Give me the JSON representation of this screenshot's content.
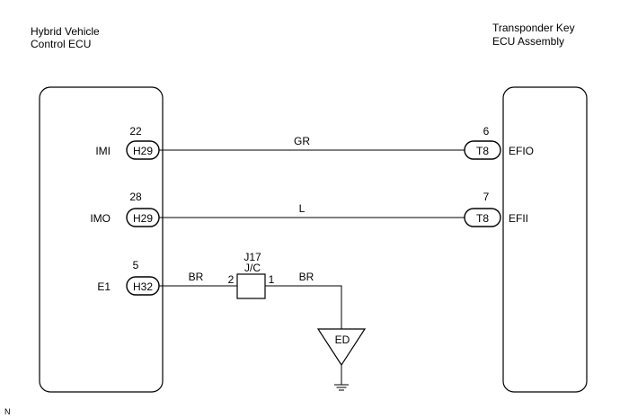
{
  "ecu_left": {
    "title_line1": "Hybrid Vehicle",
    "title_line2": "Control ECU"
  },
  "ecu_right": {
    "title_line1": "Transponder Key",
    "title_line2": "ECU Assembly"
  },
  "circuits": [
    {
      "left_pin": "22",
      "left_signal": "IMI",
      "left_connector": "H29",
      "wire_color": "GR",
      "right_pin": "6",
      "right_signal": "EFIO",
      "right_connector": "T8"
    },
    {
      "left_pin": "28",
      "left_signal": "IMO",
      "left_connector": "H29",
      "wire_color": "L",
      "right_pin": "7",
      "right_signal": "EFII",
      "right_connector": "T8"
    }
  ],
  "ground_circuit": {
    "left_pin": "5",
    "left_signal": "E1",
    "left_connector": "H32",
    "wire_color_left": "BR",
    "wire_color_right": "BR",
    "junction_name": "J17",
    "junction_type": "J/C",
    "junction_pin_in": "2",
    "junction_pin_out": "1",
    "ground_label": "ED"
  },
  "corner_mark": "N"
}
